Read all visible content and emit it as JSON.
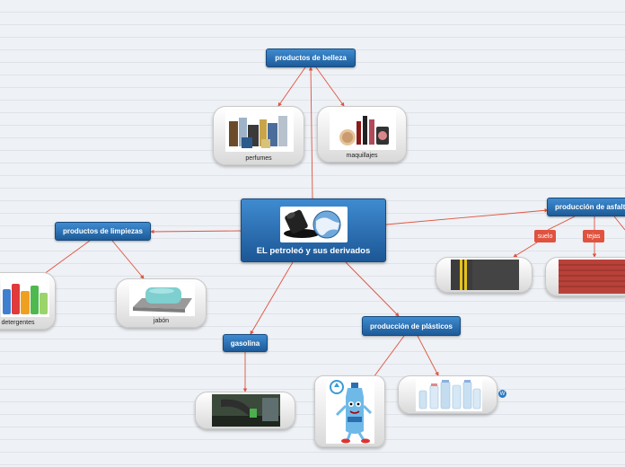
{
  "central": {
    "title": "EL petroleó y sus derivados",
    "icon": "oil-globe-icon"
  },
  "topics": {
    "belleza": "productos de belleza",
    "limpiezas": "productos de limpiezas",
    "gasolina": "gasolina",
    "plasticos": "producción de plásticos",
    "asfalto": "producción de asfalto"
  },
  "tags": {
    "suelo": "suelo",
    "tejas": "tejas"
  },
  "captions": {
    "perfumes": "perfumes",
    "maquillajes": "maquillajes",
    "detergentes": "detergentes",
    "jabon": "jabón"
  },
  "colors": {
    "node_blue": "#2a6db0",
    "connector_red": "#e0533f",
    "tag_red": "#e0533f"
  }
}
